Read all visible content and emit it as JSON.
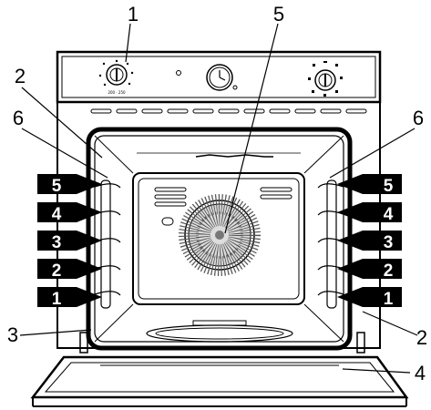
{
  "callouts": {
    "control_panel": "1",
    "left_side_top": "2",
    "left_side_rail": "6",
    "fan_cover": "5",
    "right_side_rail": "6",
    "left_seal": "3",
    "right_side_low": "2",
    "door": "4"
  },
  "shelf_levels": [
    "5",
    "4",
    "3",
    "2",
    "1"
  ],
  "panel": {
    "left_dial_text": "200 · 250",
    "colors": {
      "ink": "#000000",
      "paper": "#ffffff",
      "tag_fill": "#000000",
      "tag_text": "#ffffff"
    }
  },
  "icons": [
    "left-knob-icon",
    "clock-icon",
    "right-knob-icon",
    "fan-grille-icon"
  ]
}
